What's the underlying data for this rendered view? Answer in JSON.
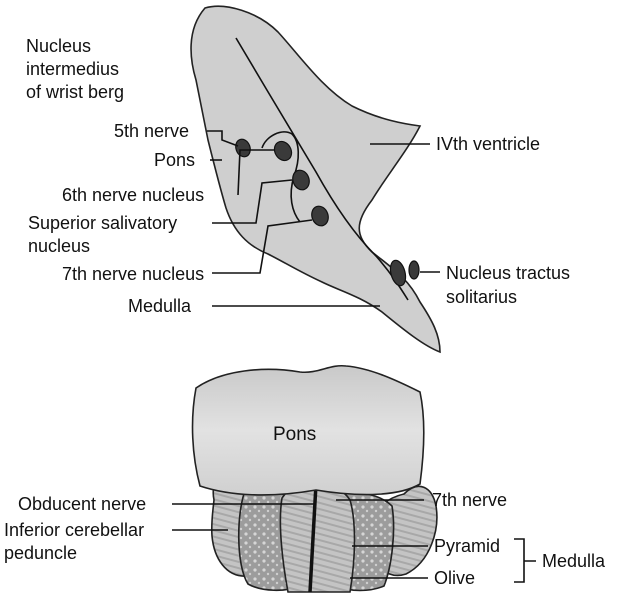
{
  "top_diagram": {
    "labels": {
      "nucleus_intermedius": [
        "Nucleus",
        "intermedius",
        "of wrist berg"
      ],
      "fifth_nerve": "5th nerve",
      "pons": "Pons",
      "sixth_nerve_nucleus": "6th nerve nucleus",
      "superior_salivatory": [
        "Superior salivatory",
        "nucleus"
      ],
      "seventh_nerve_nucleus": "7th nerve nucleus",
      "medulla": "Medulla",
      "fourth_ventricle": "IVth ventricle",
      "nucleus_tractus_solitarius": [
        "Nucleus tractus",
        "solitarius"
      ]
    }
  },
  "bottom_diagram": {
    "labels": {
      "pons": "Pons",
      "obducent_nerve": "Obducent nerve",
      "inferior_cerebellar_peduncle": [
        "Inferior cerebellar",
        "peduncle"
      ],
      "seventh_nerve": "7th nerve",
      "pyramid": "Pyramid",
      "olive": "Olive",
      "medulla": "Medulla"
    }
  },
  "colors": {
    "tissue_fill": "#cfcfcf",
    "pons_fill": "#dcdcdc",
    "nucleus_fill": "#3a3a3a",
    "line": "#111111"
  }
}
